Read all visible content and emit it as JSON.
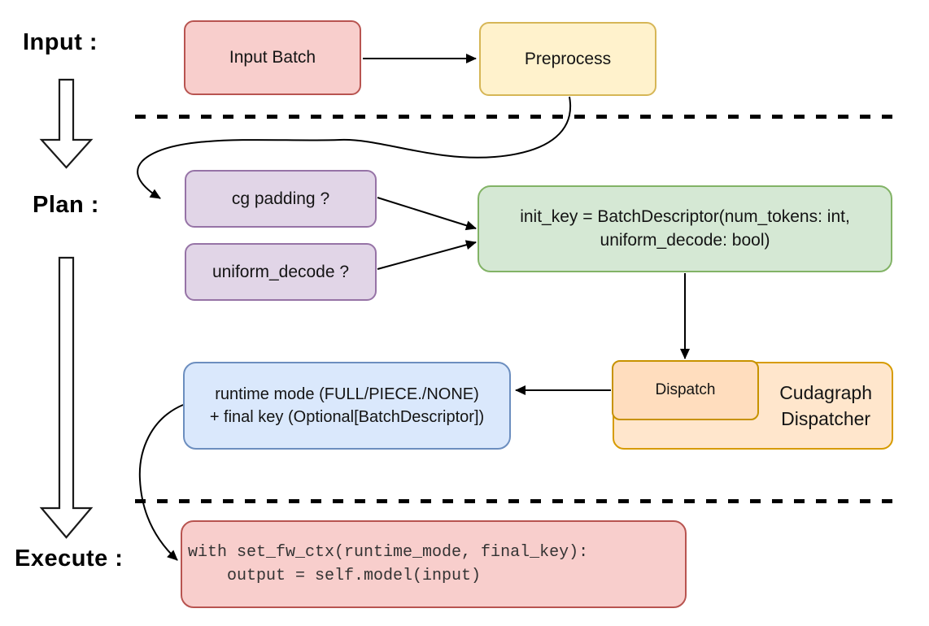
{
  "stages": {
    "input_label": "Input :",
    "plan_label": "Plan :",
    "execute_label": "Execute :"
  },
  "nodes": {
    "input_batch": {
      "label": "Input Batch",
      "fill": "#f8cecc",
      "stroke": "#b85450"
    },
    "preprocess": {
      "label": "Preprocess",
      "fill": "#fff2cc",
      "stroke": "#d6b656"
    },
    "cg_padding": {
      "label": "cg padding ?",
      "fill": "#e1d5e7",
      "stroke": "#9673a6"
    },
    "uniform_decode": {
      "label": "uniform_decode ?",
      "fill": "#e1d5e7",
      "stroke": "#9673a6"
    },
    "init_key": {
      "line1": "init_key = BatchDescriptor(num_tokens: int,",
      "line2": "uniform_decode: bool)",
      "fill": "#d5e8d4",
      "stroke": "#82b366"
    },
    "dispatch": {
      "label": "Dispatch",
      "fill": "#ffddbe",
      "stroke": "#c79200"
    },
    "cudagraph_dispatcher": {
      "line1": "Cudagraph",
      "line2": "Dispatcher",
      "fill": "#ffe6cc",
      "stroke": "#d79b00"
    },
    "runtime_mode": {
      "line1": "runtime mode (FULL/PIECE./NONE)",
      "line2": "+ final key (Optional[BatchDescriptor])",
      "fill": "#dae8fc",
      "stroke": "#6c8ebf"
    },
    "execute_code": {
      "line1": "with set_fw_ctx(runtime_mode, final_key):",
      "line2": "    output = self.model(input)",
      "fill": "#f8cecc",
      "stroke": "#b85450"
    }
  },
  "connector_color": "#000000"
}
